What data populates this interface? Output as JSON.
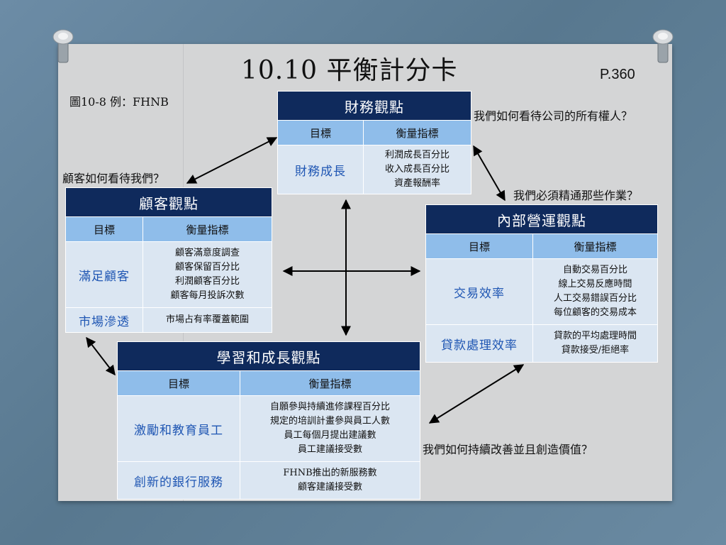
{
  "title": "10.10  平衡計分卡",
  "page_ref": "P.360",
  "figure_caption": "圖10-8 例：FHNB",
  "questions": {
    "financial": "我們如何看待公司的所有權人？",
    "customer": "顧客如何看待我們？",
    "internal": "我們必須精通那些作業？",
    "learning": "我們如何持續改善並且創造價值？"
  },
  "cards": {
    "financial": {
      "heading": "財務觀點",
      "col_goal": "目標",
      "col_metric": "衡量指標",
      "rows": [
        {
          "goal": "財務成長",
          "metrics": [
            "利潤成長百分比",
            "收入成長百分比",
            "資產報酬率"
          ]
        }
      ]
    },
    "customer": {
      "heading": "顧客觀點",
      "col_goal": "目標",
      "col_metric": "衡量指標",
      "rows": [
        {
          "goal": "滿足顧客",
          "metrics": [
            "顧客滿意度調查",
            "顧客保留百分比",
            "利潤顧客百分比",
            "顧客每月投訴次數"
          ]
        },
        {
          "goal": "市場滲透",
          "metrics": [
            "市場占有率覆蓋範圍"
          ]
        }
      ]
    },
    "internal": {
      "heading": "內部營運觀點",
      "col_goal": "目標",
      "col_metric": "衡量指標",
      "rows": [
        {
          "goal": "交易效率",
          "metrics": [
            "自動交易百分比",
            "線上交易反應時間",
            "人工交易錯誤百分比",
            "每位顧客的交易成本"
          ]
        },
        {
          "goal": "貸款處理效率",
          "metrics": [
            "貸款的平均處理時間",
            "貸款接受/拒絕率"
          ]
        }
      ]
    },
    "learning": {
      "heading": "學習和成長觀點",
      "col_goal": "目標",
      "col_metric": "衡量指標",
      "rows": [
        {
          "goal": "激勵和教育員工",
          "metrics": [
            "自願參與持續進修課程百分比",
            "規定的培訓計畫參與員工人數",
            "員工每個月提出建議數",
            "員工建議接受數"
          ]
        },
        {
          "goal": "創新的銀行服務",
          "metrics": [
            "FHNB推出的新服務數",
            "顧客建議接受數"
          ]
        }
      ]
    }
  }
}
